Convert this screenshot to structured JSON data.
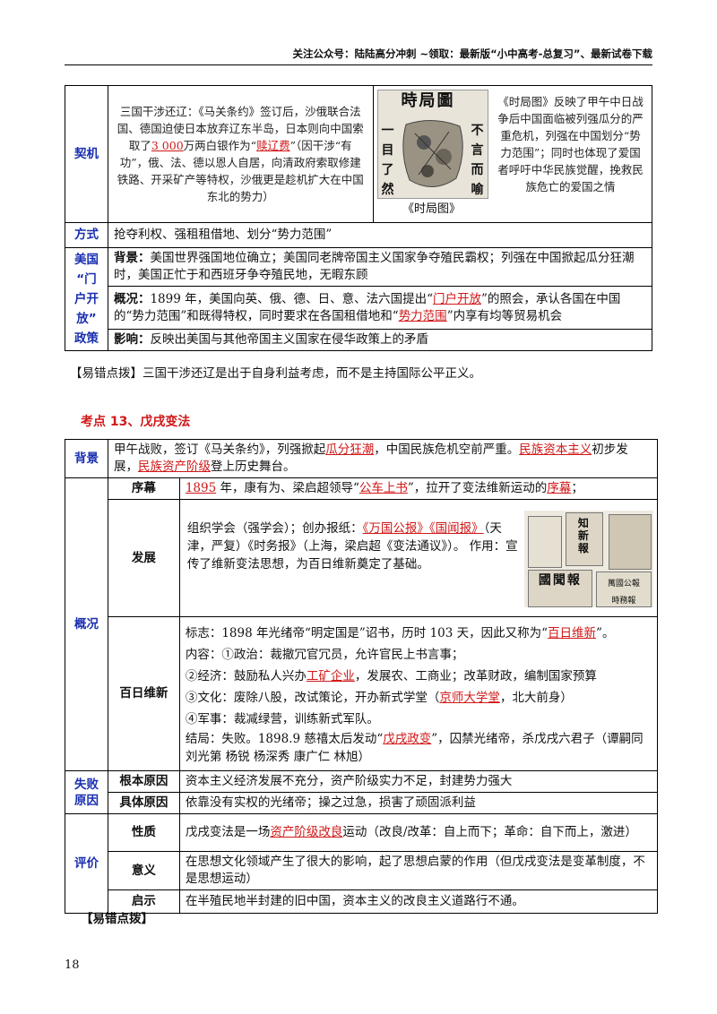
{
  "header": {
    "text": "关注公众号：陆陆高分冲刺 ~领取：最新版“小中高考-总复习”、最新试卷下载"
  },
  "table1": {
    "qigua": {
      "label": "契机",
      "p1": "三国干涉还辽：《马关条约》签订后，沙俄联合法国、德国迫使日本放弃辽东半岛，日本则向中国索取了",
      "amount": "3 000",
      "p2": "万两白银作为“",
      "key": "赎辽费",
      "p3": "”（因干涉“有功”，俄、法、德以恩人自居，向清政府索取修建铁路、开采矿产等特权，沙俄更是趁机扩大在中国东北的势力）",
      "image_caption": "《时局图》",
      "image_title": "時局圖",
      "image_left_text": "一目了然",
      "image_right_text": "不言而喻",
      "image_desc": "《时局图》反映了甲午中日战争后中国面临被列强瓜分的严重危机，列强在中国划分“势力范围”；同时也体现了爱国者呼吁中华民族觉醒，挽救民族危亡的爱国之情"
    },
    "fangshi": {
      "label": "方式",
      "text": "抢夺利权、强租租借地、划分“势力范围”"
    },
    "menhu": {
      "label_lines": [
        "美国",
        "“门",
        "户开",
        "放”",
        "政策"
      ],
      "bg_key": "背景：",
      "bg_text": "美国世界强国地位确立；美国同老牌帝国主义国家争夺殖民霸权；列强在中国掀起瓜分狂潮时，美国正忙于和西班牙争夺殖民地，无暇东顾",
      "gk_key": "概况：",
      "gk_p1": "1899 年，美国向英、俄、德、日、意、法六国提出“",
      "gk_red1": "门户开放",
      "gk_p2": "”的照会，承认各国在中国的“势力范围”和既得特权，同时要求在各国租借地和“",
      "gk_red2": "势力范围",
      "gk_p3": "”内享有均等贸易机会",
      "yx_key": "影响：",
      "yx_text": "反映出美国与其他帝国主义国家在侵华政策上的矛盾"
    }
  },
  "tip1": "【易错点拨】三国干涉还辽是出于自身利益考虑，而不是主持国际公平正义。",
  "section_title": "考点 13、戊戌变法",
  "table2": {
    "beijing": {
      "label": "背景",
      "p1": "甲午战败，签订《马关条约》，列强掀起",
      "red1": "瓜分狂潮",
      "p2": "，中国民族危机空前严重。",
      "red2": "民族资本主义",
      "p3": "初步发展，",
      "red3": "民族资产阶级",
      "p4": "登上历史舞台。"
    },
    "gaikuang": {
      "label": "概况"
    },
    "xumu": {
      "label": "序幕",
      "red1": "1895",
      "p1": " 年，康有为、梁启超领导“",
      "red2": "公车上书",
      "p2": "”，拉开了变法维新运动的",
      "red3": "序幕",
      "p3": "；"
    },
    "fazhan": {
      "label": "发展",
      "p1": "组织学会（强学会）；创办报纸：",
      "red1": "《万国公报》《国闻报》",
      "p2": "（天津，严复）《时务报》（上海，梁启超《变法通议》）。  作用：宣传了维新变法思想，为百日维新奠定了基础。",
      "img_texts": [
        "知新報",
        "國聞報",
        "萬國公報",
        "時務報"
      ]
    },
    "bairi": {
      "label": "百日维新",
      "l1a": "标志：1898 年光绪帝“明定国是”诏书，历时 103 天，因此又称为“",
      "l1red": "百日维新",
      "l1b": "”。",
      "l2": "内容：①政治：裁撤冗官冗员，允许官民上书言事；",
      "l3a": "②经济：鼓励私人兴办",
      "l3red": "工矿企业",
      "l3b": "，发展农、工商业；改革财政，编制国家预算",
      "l4a": "③文化：废除八股，改试策论，开办新式学堂（",
      "l4red": "京师大学堂",
      "l4b": "，北大前身）",
      "l5": "④军事：裁减绿营，训练新式军队。",
      "l6a": "结局：失败。1898.9 慈禧太后发动“",
      "l6red": "戊戌政变",
      "l6b": "”，囚禁光绪帝，杀戊戌六君子（谭嗣同  刘光第  杨锐  杨深秀  康广仁  林旭）"
    },
    "shibai": {
      "label_lines": [
        "失败",
        "原因"
      ],
      "genben_label": "根本原因",
      "genben_text": "资本主义经济发展不充分，资产阶级实力不足，封建势力强大",
      "juti_label": "具体原因",
      "juti_text": "依靠没有实权的光绪帝；操之过急，损害了顽固派利益"
    },
    "pingjia": {
      "label": "评价",
      "xz_label": "性质",
      "xz_p1": "戊戌变法是一场",
      "xz_red": "资产阶级改良",
      "xz_p2": "运动（改良/改革：自上而下；革命：自下而上，激进）",
      "yy_label": "意义",
      "yy_text": "在思想文化领域产生了很大的影响，起了思想启蒙的作用（但戊戌变法是变革制度，不是思想运动）",
      "qs_label": "启示",
      "qs_text": "在半殖民地半封建的旧中国，资本主义的改良主义道路行不通。"
    }
  },
  "tip2": "【易错点拨】",
  "page_number": "18"
}
